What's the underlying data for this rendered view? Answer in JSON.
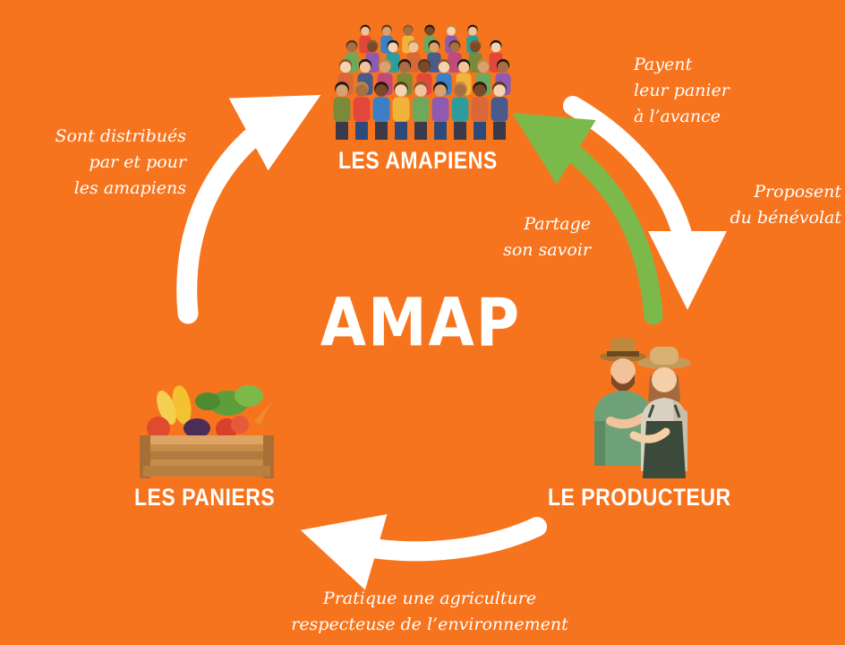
{
  "title": "AMAP",
  "nodes": {
    "amapiens": "LES AMAPIENS",
    "producteur": "LE PRODUCTEUR",
    "paniers": "LES PANIERS"
  },
  "annotations": {
    "payent": [
      "Payent",
      "leur panier",
      "à l’avance"
    ],
    "proposent": [
      "Proposent",
      "du bénévolat"
    ],
    "partage": [
      "Partage",
      "son savoir"
    ],
    "distribues": [
      "Sont distribués",
      "par et pour",
      "les amapiens"
    ],
    "pratique": [
      "Pratique une agriculture",
      "respecteuse  de l’environnement"
    ]
  },
  "colors": {
    "background": "#F7741E",
    "arrow": "#FFFFFF",
    "knowledge_arrow": "#7BBA4A"
  },
  "icons": {
    "amapiens": "crowd-of-people-icon",
    "producteur": "farmer-couple-icon",
    "paniers": "vegetable-crate-icon"
  }
}
